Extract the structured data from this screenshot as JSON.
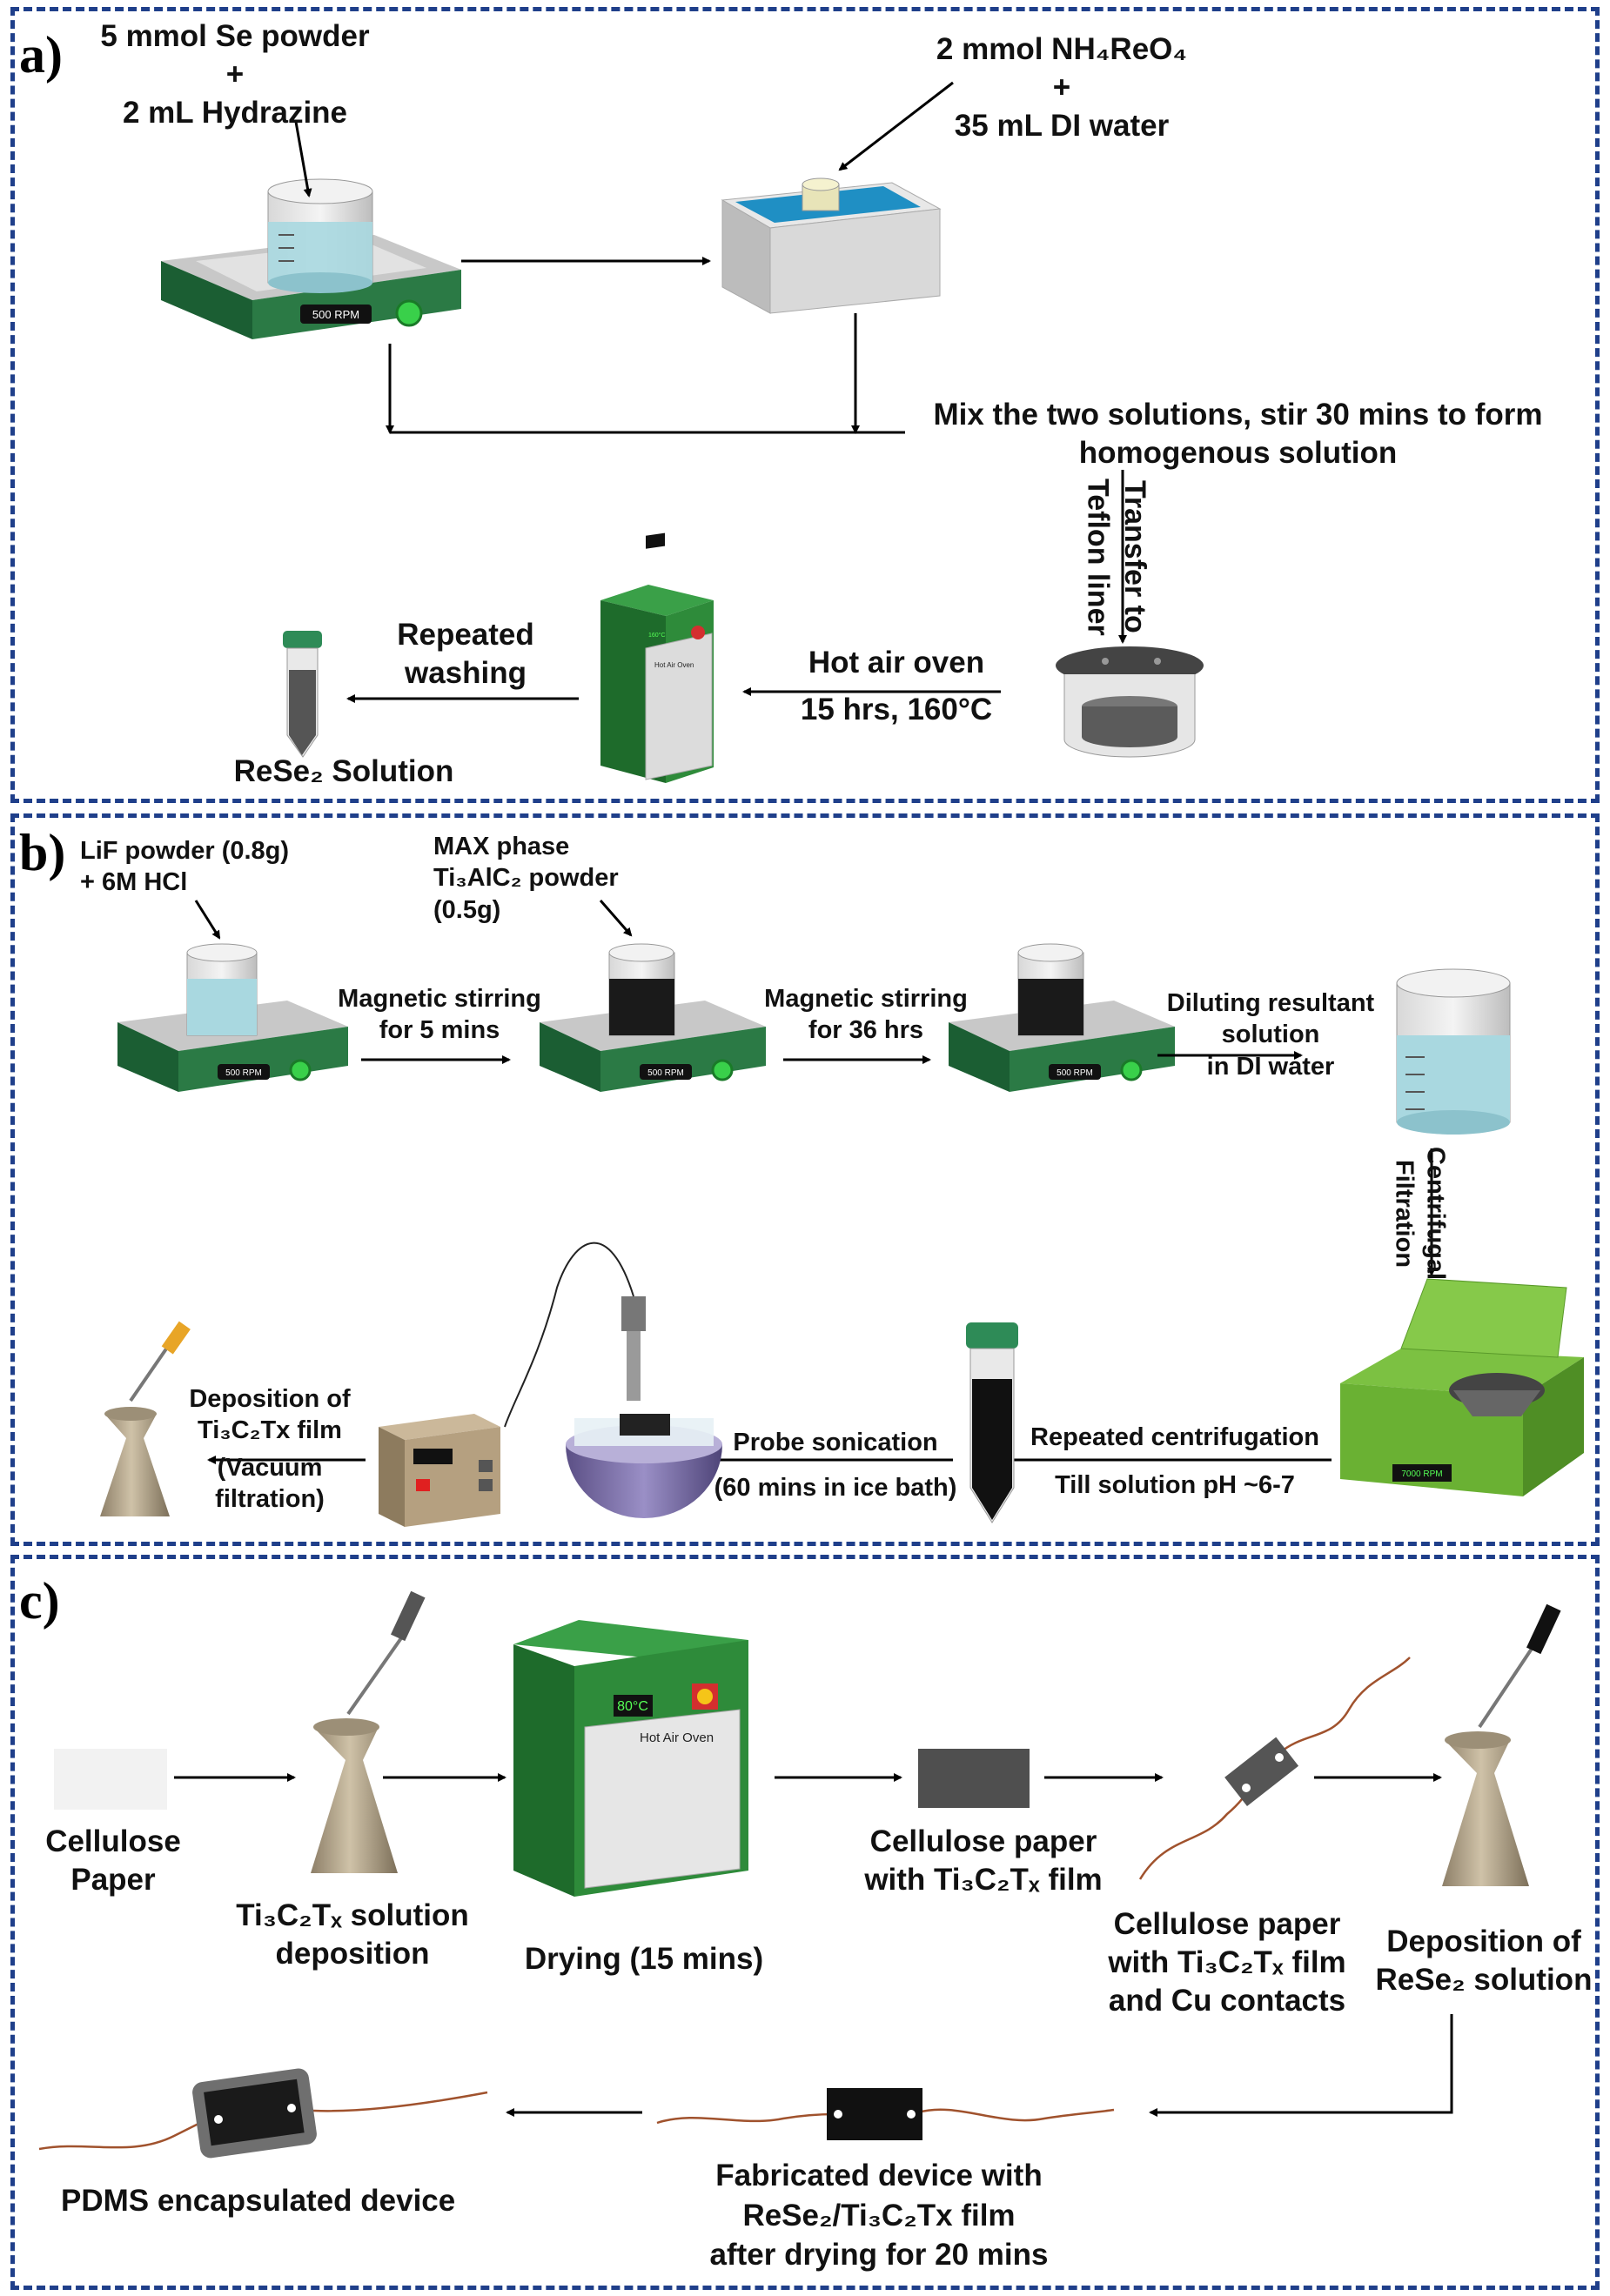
{
  "panels": {
    "a": {
      "label": "a)",
      "reagent1": [
        "5 mmol Se powder",
        "+",
        "2 mL Hydrazine"
      ],
      "reagent2": [
        "2 mmol NH₄ReO₄",
        "+",
        "35 mL DI water"
      ],
      "mix": [
        "Mix the two solutions, stir 30 mins to form",
        "homogenous solution"
      ],
      "transfer": [
        "Transfer to",
        "Teflon liner"
      ],
      "oven_step": [
        "Hot air oven",
        "15 hrs, 160°C"
      ],
      "washing": [
        "Repeated",
        "washing"
      ],
      "product": "ReSe₂ Solution",
      "stirrer_display": "500 RPM",
      "oven_label": "Hot Air Oven",
      "oven_display": "160°C"
    },
    "b": {
      "label": "b)",
      "lif": [
        "LiF powder (0.8g)",
        "+ 6M HCl"
      ],
      "max": [
        "MAX phase",
        "Ti₃AlC₂ powder",
        "(0.5g)"
      ],
      "stir1": [
        "Magnetic stirring",
        "for 5 mins"
      ],
      "stir2": [
        "Magnetic stirring",
        "for 36 hrs"
      ],
      "dilute": [
        "Diluting resultant",
        "solution",
        "in DI water"
      ],
      "centrifugal": [
        "Centrifugal",
        "Filtration"
      ],
      "centrifugation": [
        "Repeated centrifugation",
        "Till solution pH ~6-7"
      ],
      "sonication": [
        "Probe sonication",
        "(60 mins in ice bath)"
      ],
      "deposition": [
        "Deposition of",
        "Ti₃C₂Tx film",
        "(Vacuum",
        "filtration)"
      ],
      "stirrer_display": "500 RPM",
      "centrifuge_display": "7000 RPM"
    },
    "c": {
      "label": "c)",
      "cellulose": [
        "Cellulose",
        "Paper"
      ],
      "ti_dep": [
        "Ti₃C₂Tₓ solution",
        "deposition"
      ],
      "drying": "Drying  (15 mins)",
      "paper_film": [
        "Cellulose paper",
        "with Ti₃C₂Tₓ film"
      ],
      "paper_cu": [
        "Cellulose paper",
        "with Ti₃C₂Tₓ film",
        "and Cu contacts"
      ],
      "rese_dep": [
        "Deposition of",
        "ReSe₂ solution"
      ],
      "fabricated": [
        "Fabricated device with",
        "ReSe₂/Ti₃C₂Tx film",
        "after drying for 20 mins"
      ],
      "pdms": "PDMS encapsulated device",
      "oven_label": "Hot Air Oven",
      "oven_display": "80°C"
    }
  },
  "colors": {
    "border": "#1f3f8a",
    "stirrer_green": "#1f6b3a",
    "oven_green": "#2e8b3a",
    "centrifuge_green": "#6ab133",
    "liquid": "#a9d8e0",
    "funnel": "#b3a58d",
    "copper_wire": "#a0522d"
  }
}
